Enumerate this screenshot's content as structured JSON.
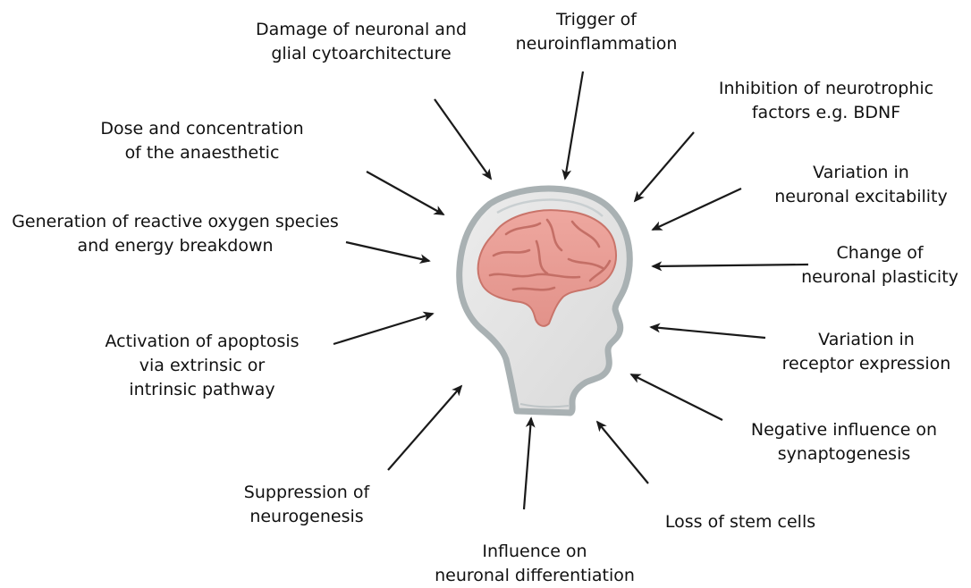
{
  "colors": {
    "arrow": "#1a1a1a",
    "text": "#111111",
    "head_outline": "#a9b1b3",
    "head_fill": "#e3e3e3",
    "brain_fill": "#e99d95",
    "brain_outline": "#c9746a"
  },
  "labels": {
    "damage": {
      "line1": "Damage of neuronal and",
      "line2": "glial cytoarchitecture"
    },
    "trigger": {
      "line1": "Trigger of",
      "line2": "neuroinflammation"
    },
    "inhibition": {
      "line1": "Inhibition of neurotrophic",
      "line2": "factors e.g. BDNF"
    },
    "dose": {
      "line1": "Dose and concentration",
      "line2": "of the anaesthetic"
    },
    "variation_excitability": {
      "line1": "Variation in",
      "line2": "neuronal excitability"
    },
    "generation": {
      "line1": "Generation of reactive oxygen species",
      "line2": "and energy breakdown"
    },
    "plasticity": {
      "line1": "Change of",
      "line2": "neuronal plasticity"
    },
    "apoptosis": {
      "line1": "Activation of apoptosis",
      "line2": "via extrinsic or",
      "line3": "intrinsic pathway"
    },
    "receptor": {
      "line1": "Variation in",
      "line2": "receptor expression"
    },
    "synaptogenesis": {
      "line1": "Negative influence on",
      "line2": "synaptogenesis"
    },
    "neurogenesis": {
      "line1": "Suppression of",
      "line2": "neurogenesis"
    },
    "stem_cells": {
      "line1": "Loss of stem cells"
    },
    "differentiation": {
      "line1": "Influence on",
      "line2": "neuronal differentiation"
    }
  }
}
